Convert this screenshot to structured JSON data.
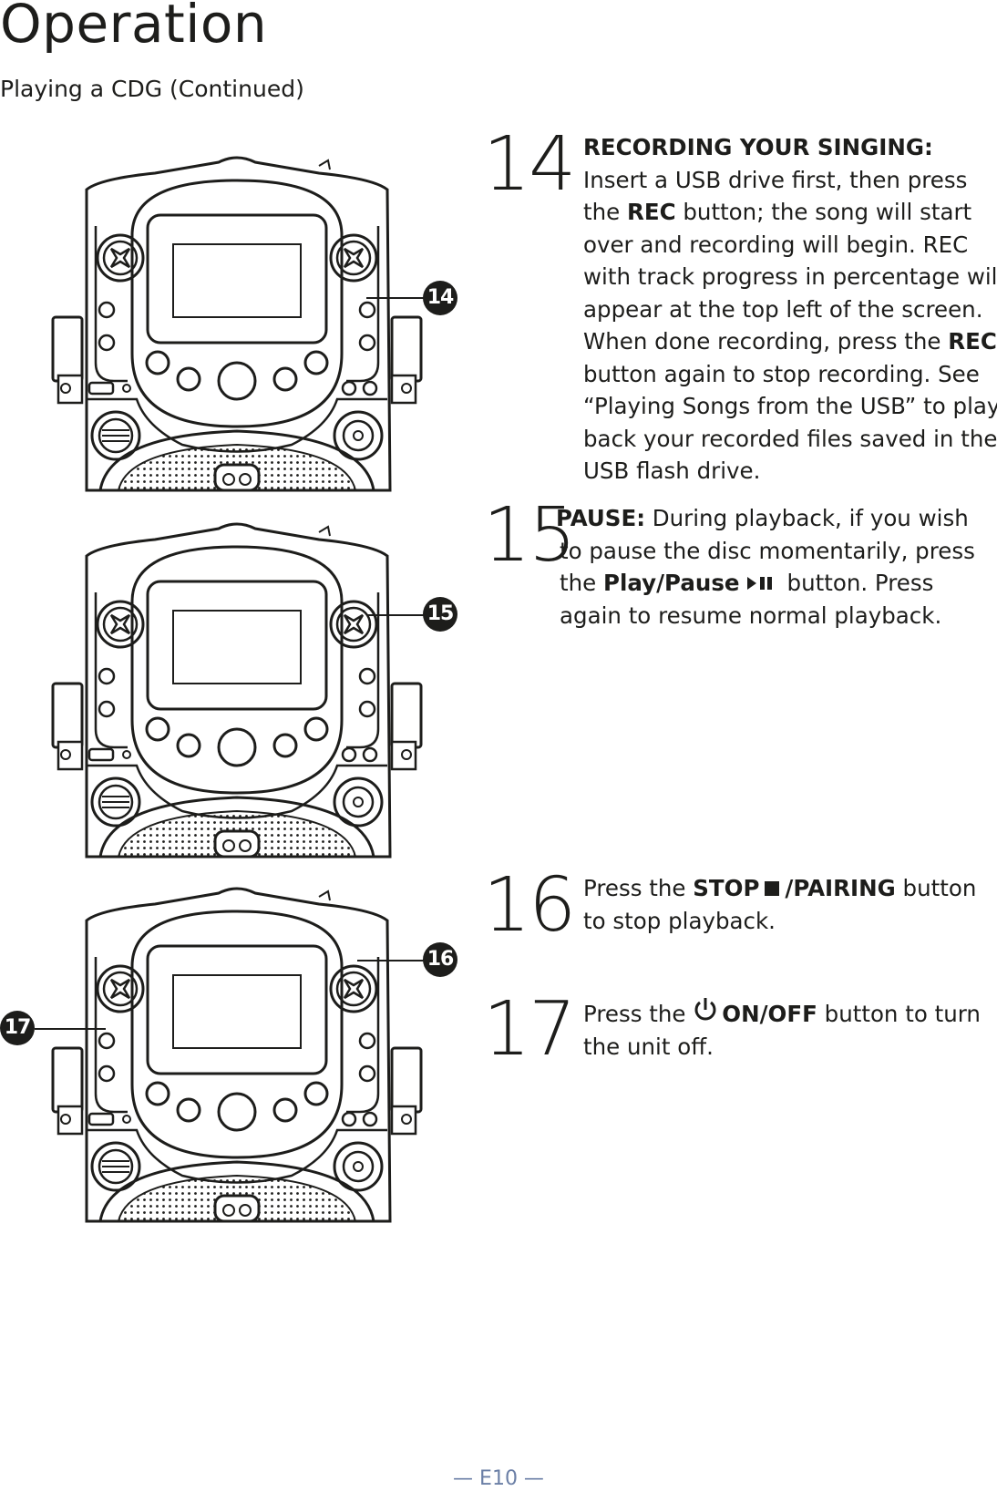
{
  "header": {
    "title": "Operation",
    "subtitle": "Playing a CDG (Continued)"
  },
  "figures": [
    {
      "callout": "14"
    },
    {
      "callout": "15"
    },
    {
      "callout": "16",
      "callout2": "17"
    }
  ],
  "steps": [
    {
      "number": "14",
      "heading": "RECORDING YOUR SINGING:",
      "l1": "Insert a USB drive first, then press",
      "l2_pre": "the ",
      "l2_bold": "REC",
      "l2_post": " button; the song will start",
      "l3": "over and recording will begin. REC",
      "l4": "with track progress in percentage will",
      "l5": "appear at the top left of the screen.",
      "l6_pre": "When done recording, press the ",
      "l6_bold": "REC",
      "l7": "button again to stop recording. See",
      "l8_pre": "“",
      "l8_link": "Playing Songs from the USB",
      "l8_post": "” to play",
      "l9": "back your recorded files saved in the",
      "l10": "USB flash drive."
    },
    {
      "number": "15",
      "heading": "PAUSE:",
      "l1": " During playback, if you wish",
      "l2": "to pause the disc momentarily, press",
      "l3_pre": "the ",
      "l3_bold": "Play/Pause",
      "l3_post": "button. Press",
      "l4": "again to resume normal playback."
    },
    {
      "number": "16",
      "l1_pre": "Press the ",
      "l1_bold1": "STOP",
      "l1_bold2": "/PAIRING",
      "l1_post": " button",
      "l2": "to stop playback."
    },
    {
      "number": "17",
      "l1_pre": "Press the ",
      "l1_bold": "ON/OFF",
      "l1_post": " button to turn",
      "l2": "the unit off."
    }
  ],
  "footer": {
    "page": "— E10 —"
  }
}
